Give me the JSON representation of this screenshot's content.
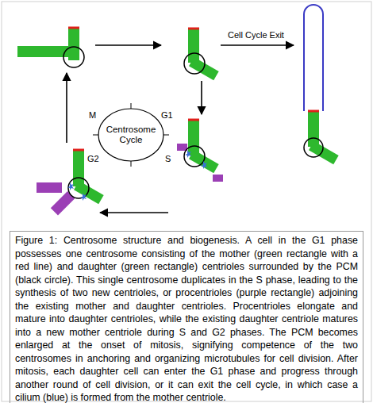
{
  "diagram": {
    "caption": "Figure 1: Centrosome structure and biogenesis. A cell in the G1 phase possesses one centrosome consisting of the mother (green rectangle with a red line) and daughter (green rectangle) centrioles surrounded by the PCM (black circle). This single centrosome duplicates in the S phase, leading to the synthesis of two new centrioles, or procentrioles (purple rectangle) adjoining the existing mother and daughter centrioles. Procentrioles elongate and mature into daughter centrioles, while the existing daughter centriole matures into a new mother centriole during S and G2 phases. The PCM becomes enlarged at the onset of mitosis, signifying competence of the two centrosomes in anchoring and organizing microtubules for cell division. After mitosis, each daughter cell can enter the G1 phase and progress through another round of cell division, or it can exit the cell cycle, in which case a cilium (blue) is formed from the mother centriole.",
    "nodes": [
      {
        "text": [
          "Centrosome Cycle"
        ]
      }
    ],
    "labels": [
      "Cell Cycle Exit",
      "M",
      "G1",
      "G2",
      "S"
    ]
  }
}
